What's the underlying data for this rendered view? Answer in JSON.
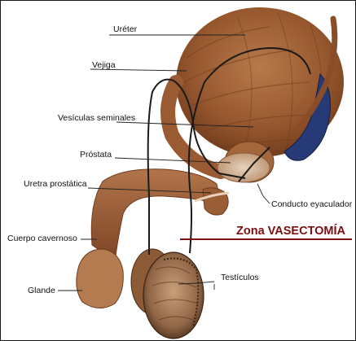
{
  "labels": {
    "ureter": "Uréter",
    "bladder": "Vejiga",
    "seminal_vesicles": "Vesículas seminales",
    "prostate": "Próstata",
    "prostatic_urethra": "Uretra prostática",
    "ejaculatory_duct": "Conducto eyaculador",
    "corpus_cavernosum": "Cuerpo cavernoso",
    "glans": "Glande",
    "testicles": "Testículos"
  },
  "highlight": {
    "zone_text": "Zona VASECTOMÍA",
    "color": "#7a1010"
  },
  "colors": {
    "tissue": "#a0623a",
    "tissue_dark": "#6f3c1e",
    "vein_blue": "#263a78",
    "duct": "#1a1a1a",
    "leader_line": "#222222"
  }
}
